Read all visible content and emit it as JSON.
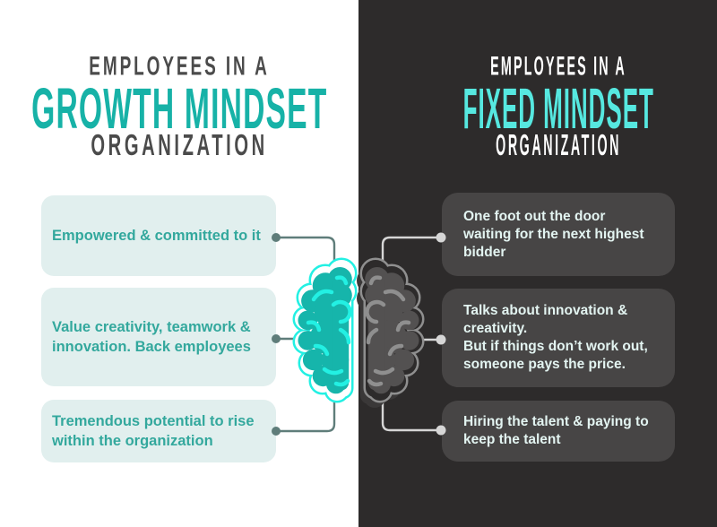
{
  "colors": {
    "bg_left": "#ffffff",
    "bg_right": "#2d2b2b",
    "title_gray": "#4b4b4b",
    "title_white": "#ffffff",
    "accent_teal": "#17b2a7",
    "accent_cyan": "#56e8e0",
    "box_mint_bg": "#e1efee",
    "box_mint_text": "#33a89d",
    "box_dark_bg": "#474545",
    "box_dark_text": "#e3f4f1",
    "connector_left": "#5f7d7a",
    "connector_right": "#d6d6d6",
    "brain_left_fill": "#16b5ab",
    "brain_left_stroke": "#23f0e3",
    "brain_right_fill": "#535151",
    "brain_right_stroke": "#8f8f8f"
  },
  "left_panel": {
    "header": {
      "eyebrow": "EMPLOYEES IN A",
      "title": "GROWTH MINDSET",
      "subtitle": "ORGANIZATION"
    },
    "boxes": [
      {
        "text": "Empowered & committed to it"
      },
      {
        "text": "Value creativity, teamwork &\ninnovation. Back employees"
      },
      {
        "text": "Tremendous potential to rise\nwithin the organization"
      }
    ]
  },
  "right_panel": {
    "header": {
      "eyebrow": "EMPLOYEES IN A",
      "title": "FIXED MINDSET",
      "subtitle": "ORGANIZATION"
    },
    "boxes": [
      {
        "text": "One foot out the door\nwaiting for the next highest\nbidder"
      },
      {
        "text": "Talks about innovation &\ncreativity.\nBut if things don’t work out,\nsomeone pays the price."
      },
      {
        "text": "Hiring the talent & paying to\nkeep the talent"
      }
    ]
  },
  "icons": {
    "center": "brain-icon"
  }
}
